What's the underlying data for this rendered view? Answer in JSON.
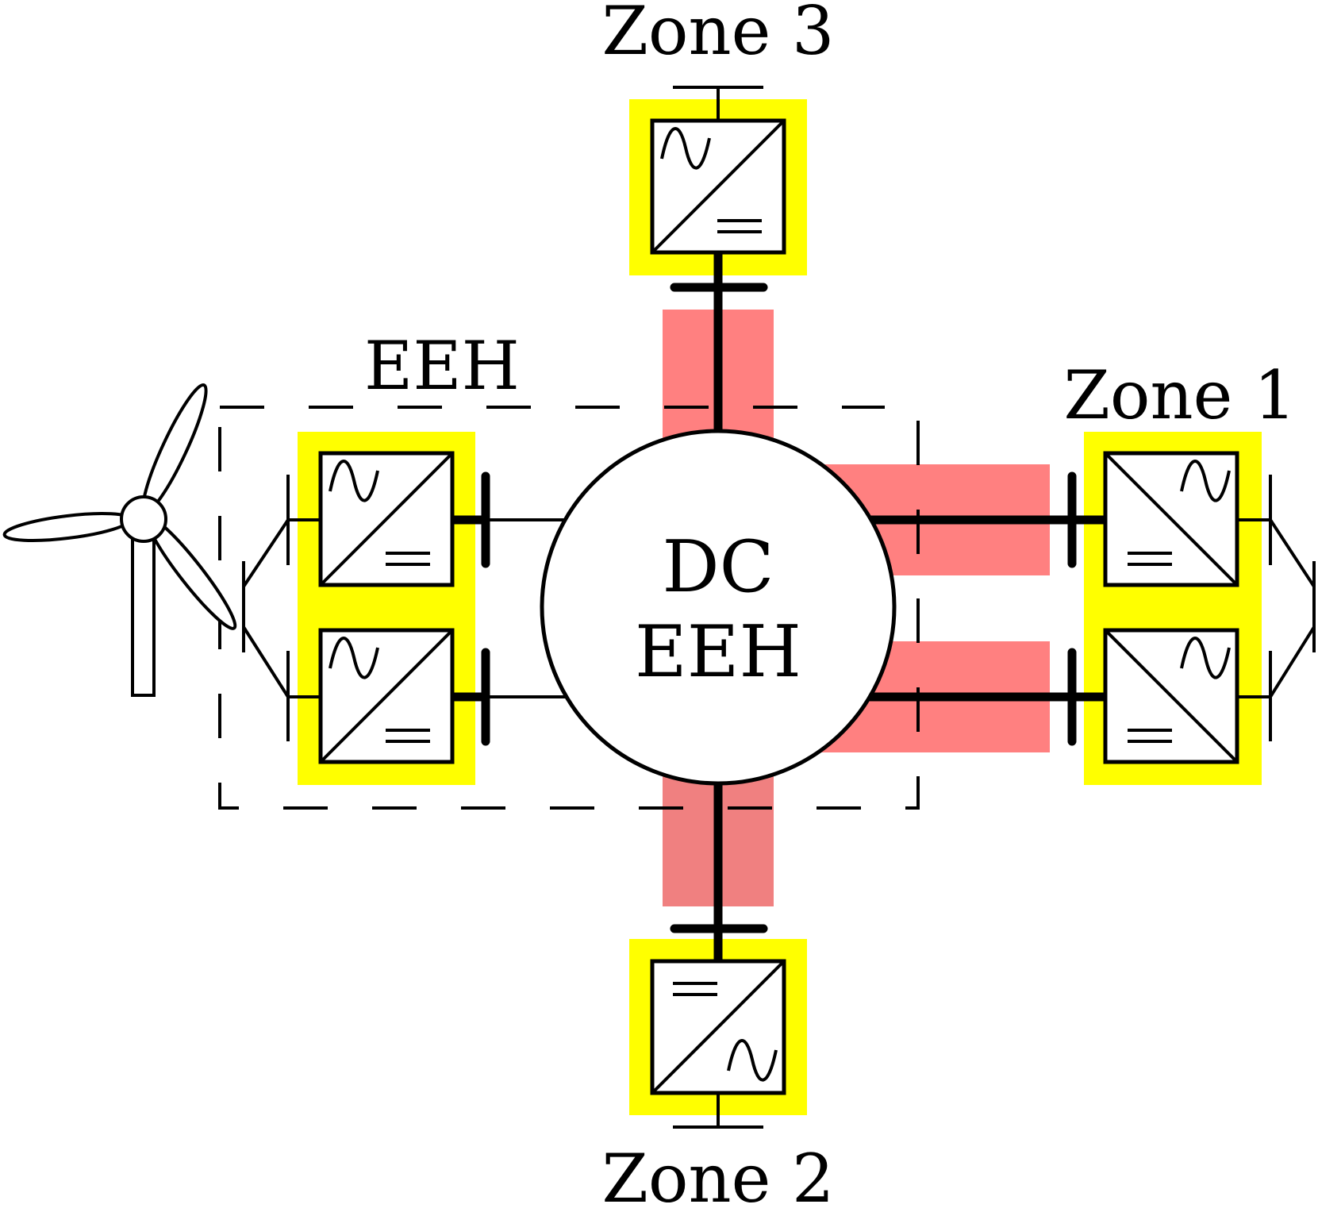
{
  "labels": {
    "zone3": "Zone 3",
    "zone1": "Zone 1",
    "zone2": "Zone 2",
    "eeh": "EEH",
    "hub_line1": "DC",
    "hub_line2": "EEH"
  },
  "colors": {
    "highlight_converter": "#ffff00",
    "highlight_link": "#ff8080",
    "stroke": "#000000"
  },
  "icons": [
    "wind-turbine-icon",
    "ac-dc-converter-icon",
    "busbar-icon"
  ]
}
